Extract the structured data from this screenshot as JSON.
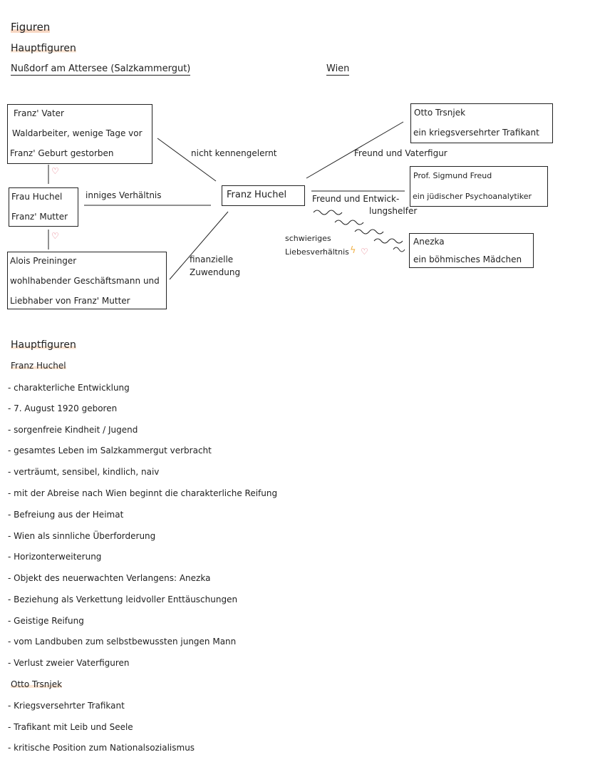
{
  "colors": {
    "ink": "#1f1f1f",
    "highlight": "#f7d7c3",
    "heart": "#e05d6f",
    "lightning": "#f0b24a"
  },
  "header": {
    "title": "Figuren",
    "subtitle": "Hauptfiguren",
    "location_left": "Nußdorf am Attersee (Salzkammergut)",
    "location_right": "Wien"
  },
  "diagram": {
    "father": [
      "Franz' Vater",
      "Waldarbeiter, wenige Tage vor",
      "Franz' Geburt gestorben"
    ],
    "mother": [
      "Frau Huchel",
      "Franz' Mutter"
    ],
    "alois": [
      "Alois Preininger",
      "wohlhabender Geschäftsmann und",
      "Liebhaber von Franz' Mutter"
    ],
    "center": "Franz Huchel",
    "otto": [
      "Otto Trsnjek",
      "ein kriegsversehrter Trafikant"
    ],
    "freud": [
      "Prof. Sigmund Freud",
      "ein jüdischer Psychoanalytiker"
    ],
    "anezka": [
      "Anezka",
      "ein böhmisches Mädchen"
    ],
    "rel_father": "nicht kennengelernt",
    "rel_mother": "inniges Verhältnis",
    "rel_alois": [
      "finanzielle",
      "Zuwendung"
    ],
    "rel_otto": "Freund und Vaterfigur",
    "rel_freud": [
      "Freund und Entwick-",
      "lungshelfer"
    ],
    "rel_anezka": [
      "schwieriges",
      "Liebesverhältnis"
    ],
    "heart_icon": "♡",
    "lightning_icon": "ϟ"
  },
  "notes": {
    "section_title": "Hauptfiguren",
    "franz_title": "Franz Huchel",
    "franz_items": [
      "- charakterliche Entwicklung",
      "- 7. August 1920 geboren",
      "- sorgenfreie Kindheit / Jugend",
      "- gesamtes Leben im Salzkammergut verbracht",
      "- verträumt, sensibel, kindlich, naiv",
      "- mit der Abreise nach Wien beginnt die charakterliche Reifung",
      "- Befreiung aus der Heimat",
      "- Wien als sinnliche Überforderung",
      "- Horizonterweiterung",
      "- Objekt des neuerwachten Verlangens: Anezka",
      "- Beziehung als Verkettung leidvoller Enttäuschungen",
      "- Geistige Reifung",
      "- vom Landbuben zum selbstbewussten jungen Mann",
      "- Verlust zweier Vaterfiguren"
    ],
    "otto_title": "Otto Trsnjek",
    "otto_items": [
      "- Kriegsversehrter Trafikant",
      "- Trafikant mit Leib und Seele",
      "- kritische Position zum Nationalsozialismus"
    ]
  }
}
